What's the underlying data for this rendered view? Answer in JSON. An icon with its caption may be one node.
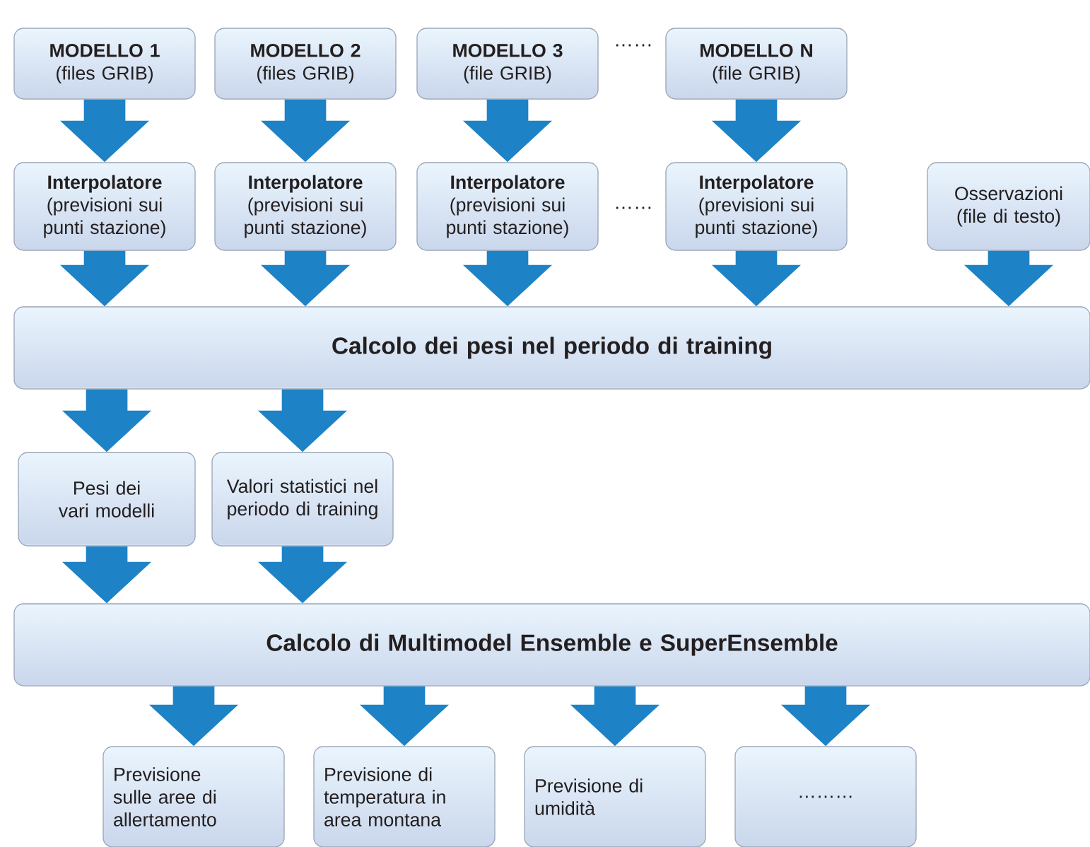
{
  "diagram": {
    "nodes": [
      {
        "text": [
          "MODELLO 1",
          "(files GRIB)"
        ]
      },
      {
        "text": [
          "MODELLO 2",
          "(files GRIB)"
        ]
      },
      {
        "text": [
          "MODELLO 3",
          "(file GRIB)"
        ]
      },
      {
        "text": [
          "MODELLO N",
          "(file GRIB)"
        ]
      },
      {
        "text": [
          "Interpolatore",
          "(previsioni sui punti stazione)"
        ]
      },
      {
        "text": [
          "Interpolatore",
          "(previsioni sui punti stazione)"
        ]
      },
      {
        "text": [
          "Interpolatore",
          "(previsioni sui punti stazione)"
        ]
      },
      {
        "text": [
          "Interpolatore",
          "(previsioni sui punti stazione)"
        ]
      },
      {
        "text": [
          "Osservazioni (file di testo)"
        ]
      },
      {
        "text": [
          "Calcolo dei pesi nel periodo di training"
        ]
      },
      {
        "text": [
          "Pesi dei vari modelli"
        ]
      },
      {
        "text": [
          "Valori statistici nel periodo di training"
        ]
      },
      {
        "text": [
          "Calcolo di Multimodel Ensemble e SuperEnsemble"
        ]
      },
      {
        "text": [
          "Previsione sulle aree di allertamento"
        ]
      },
      {
        "text": [
          "Previsione di temperatura in area montana"
        ]
      },
      {
        "text": [
          "Previsione di umidità"
        ]
      },
      {
        "text": [
          "………"
        ]
      }
    ],
    "edges": [
      {
        "from": 0,
        "to": 4,
        "arrow": "to"
      },
      {
        "from": 1,
        "to": 5,
        "arrow": "to"
      },
      {
        "from": 2,
        "to": 6,
        "arrow": "to"
      },
      {
        "from": 3,
        "to": 7,
        "arrow": "to"
      },
      {
        "from": 4,
        "to": 9,
        "arrow": "to"
      },
      {
        "from": 5,
        "to": 9,
        "arrow": "to"
      },
      {
        "from": 6,
        "to": 9,
        "arrow": "to"
      },
      {
        "from": 7,
        "to": 9,
        "arrow": "to"
      },
      {
        "from": 8,
        "to": 9,
        "arrow": "to"
      },
      {
        "from": 9,
        "to": 10,
        "arrow": "to"
      },
      {
        "from": 9,
        "to": 11,
        "arrow": "to"
      },
      {
        "from": 10,
        "to": 12,
        "arrow": "to"
      },
      {
        "from": 11,
        "to": 12,
        "arrow": "to"
      },
      {
        "from": 12,
        "to": 13,
        "arrow": "to"
      },
      {
        "from": 12,
        "to": 14,
        "arrow": "to"
      },
      {
        "from": 12,
        "to": 15,
        "arrow": "to"
      },
      {
        "from": 12,
        "to": 16,
        "arrow": "to"
      }
    ],
    "labels": [
      "……",
      "……"
    ]
  }
}
